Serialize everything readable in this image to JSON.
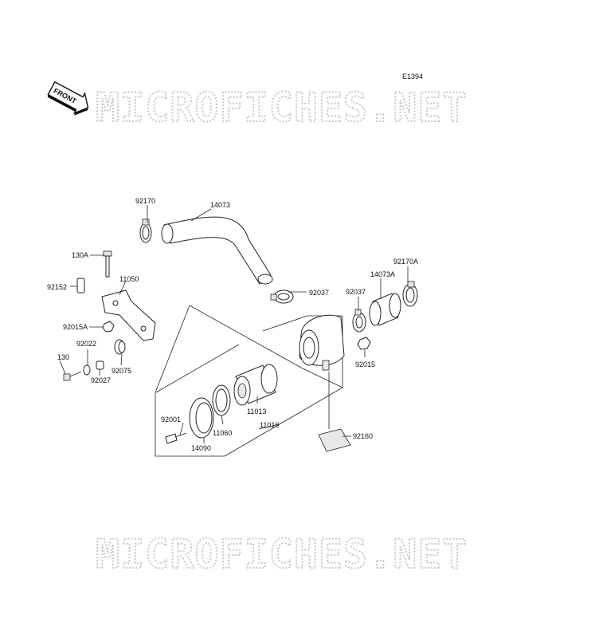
{
  "diagram_code": "E1394",
  "front_label": "FRONT",
  "watermark_top": "MICROFICHES.NET",
  "watermark_bottom": "MICROFICHES.NET",
  "parts": [
    {
      "id": "92170"
    },
    {
      "id": "14073"
    },
    {
      "id": "130A"
    },
    {
      "id": "11050"
    },
    {
      "id": "92152"
    },
    {
      "id": "92015A"
    },
    {
      "id": "92022"
    },
    {
      "id": "130"
    },
    {
      "id": "92075"
    },
    {
      "id": "92027"
    },
    {
      "id": "92037a",
      "label": "92037"
    },
    {
      "id": "92037b",
      "label": "92037"
    },
    {
      "id": "14073A"
    },
    {
      "id": "92170A"
    },
    {
      "id": "92015"
    },
    {
      "id": "11013"
    },
    {
      "id": "92001"
    },
    {
      "id": "11060"
    },
    {
      "id": "11010"
    },
    {
      "id": "14090"
    },
    {
      "id": "92160"
    }
  ]
}
